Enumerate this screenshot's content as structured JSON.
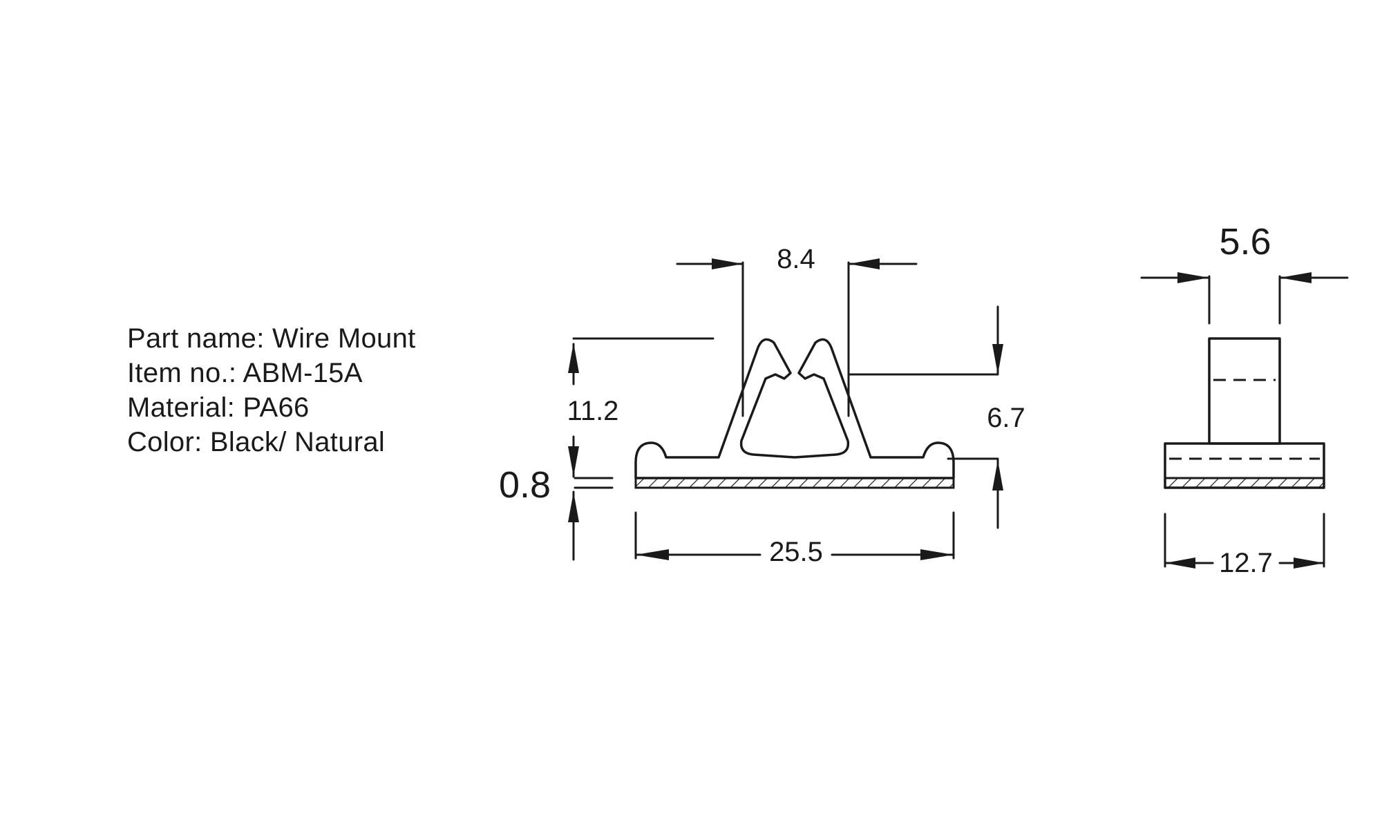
{
  "info": {
    "part_name": "Part name: Wire Mount",
    "item_no": "Item no.: ABM-15A",
    "material": "Material: PA66",
    "color": "Color: Black/ Natural"
  },
  "dimensions": {
    "top_gap": "8.4",
    "total_height": "11.2",
    "base_thickness": "0.8",
    "base_length": "25.5",
    "slot_height": "6.7",
    "side_top_width": "5.6",
    "side_base_width": "12.7"
  }
}
